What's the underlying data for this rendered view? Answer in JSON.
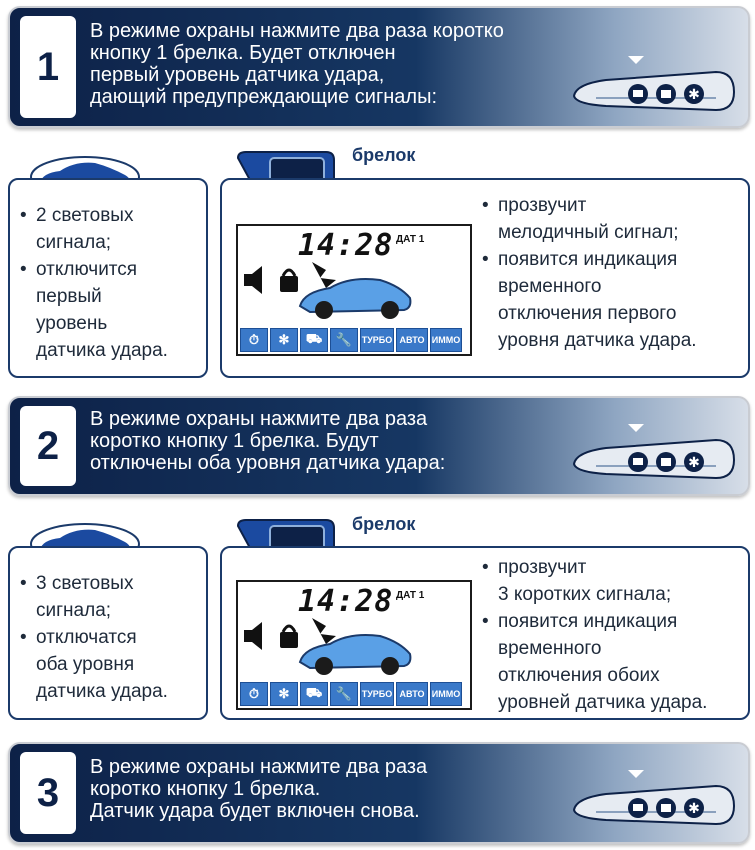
{
  "steps": [
    {
      "number": "1",
      "text": "В режиме охраны нажмите два раза коротко\nкнопку 1 брелка. Будет отключен\nпервый уровень датчика удара,\nдающий предупреждающие сигналы:"
    },
    {
      "number": "2",
      "text": "В режиме охраны нажмите два раза\nкоротко кнопку 1 брелка. Будут\nотключены оба уровня датчика удара:"
    },
    {
      "number": "3",
      "text": "В режиме охраны нажмите два раза\nкоротко кнопку 1 брелка.\nДатчик удара будет включен снова."
    }
  ],
  "blocks": [
    {
      "fob_label": "брелок",
      "car_items": [
        "2 световых\nсигнала;",
        "отключится\nпервый\nуровень\nдатчика удара."
      ],
      "fob_items": [
        "прозвучит\nмелодичный сигнал;",
        "появится индикация\nвременного\nотключения первого\nуровня датчика удара."
      ],
      "time": "14:28",
      "dat": "ДАТ 1",
      "lcd_icons": [
        "⏱",
        "✻",
        "⛟",
        "🔧",
        "ТУРБО",
        "АВТО",
        "ИММО"
      ]
    },
    {
      "fob_label": "брелок",
      "car_items": [
        "3 световых\nсигнала;",
        "отключатся\nоба уровня\nдатчика удара."
      ],
      "fob_items": [
        "прозвучит\n3 коротких сигнала;",
        "появится индикация\nвременного\nотключения обоих\nуровней датчика удара."
      ],
      "time": "14:28",
      "dat": "ДАТ 1",
      "lcd_icons": [
        "⏱",
        "✻",
        "⛟",
        "🔧",
        "ТУРБО",
        "АВТО",
        "ИММО"
      ]
    }
  ],
  "colors": {
    "navy": "#0d2147",
    "accent_blue": "#3a79c9",
    "border": "#1b3a6a"
  }
}
